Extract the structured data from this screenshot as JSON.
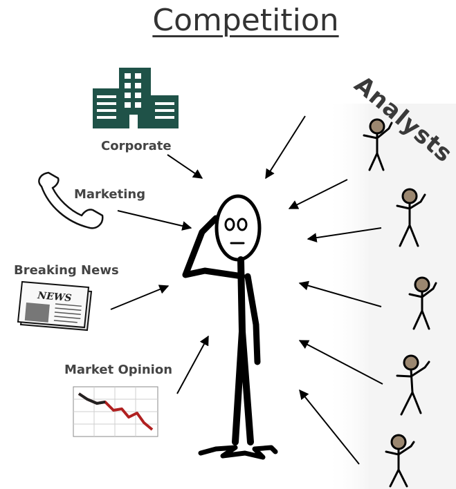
{
  "title": "Competition",
  "sources": {
    "corporate": "Corporate",
    "marketing": "Marketing",
    "breaking_news": "Breaking News",
    "market_opinion": "Market Opinion",
    "analysts": "Analysts"
  },
  "newspaper_masthead": "NEWS",
  "colors": {
    "building": "#1f5248",
    "text": "#444444",
    "chart_line": "#b02020"
  },
  "icons": [
    "building-icon",
    "telephone-icon",
    "newspaper-icon",
    "declining-chart-icon",
    "stick-figure-icon"
  ]
}
